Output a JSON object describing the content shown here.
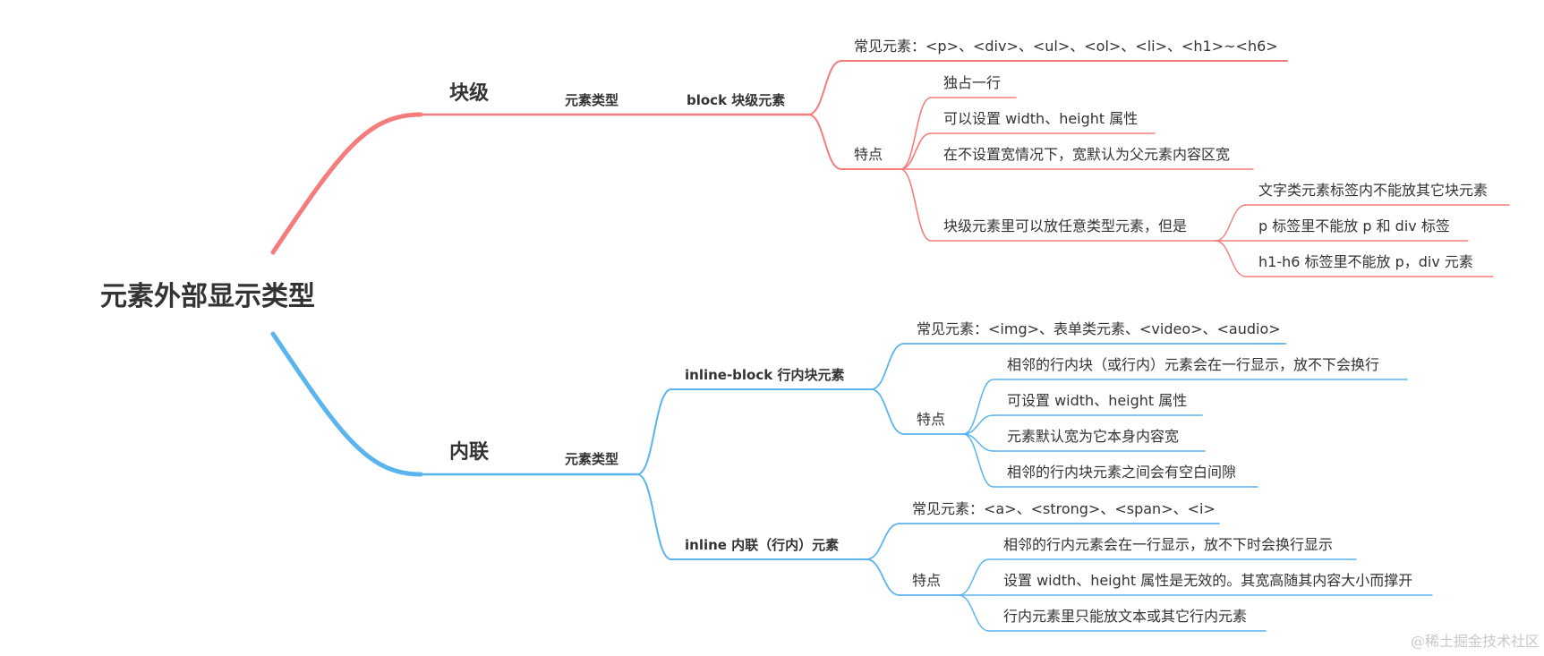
{
  "colors": {
    "block": "#f57c7c",
    "inline": "#5ab4ee",
    "text": "#333333",
    "watermark": "#c8c8c8"
  },
  "root": "元素外部显示类型",
  "block": {
    "label": "块级",
    "category": "元素类型",
    "type": "block 块级元素",
    "common": "常见元素：<p>、<div>、<ul>、<ol>、<li>、<h1>~<h6>",
    "features_label": "特点",
    "features": [
      "独占一行",
      "可以设置 width、height 属性",
      "在不设置宽情况下，宽默认为父元素内容区宽",
      "块级元素里可以放任意类型元素，但是"
    ],
    "sub_features": [
      "文字类元素标签内不能放其它块元素",
      "p 标签里不能放 p 和 div 标签",
      "h1-h6 标签里不能放 p，div 元素"
    ]
  },
  "inline": {
    "label": "内联",
    "category": "元素类型",
    "inline_block": {
      "type": "inline-block 行内块元素",
      "common": "常见元素：<img>、表单类元素、<video>、<audio>",
      "features_label": "特点",
      "features": [
        "相邻的行内块（或行内）元素会在一行显示，放不下会换行",
        "可设置 width、height 属性",
        "元素默认宽为它本身内容宽",
        "相邻的行内块元素之间会有空白间隙"
      ]
    },
    "inline": {
      "type": "inline 内联（行内）元素",
      "common": "常见元素：<a>、<strong>、<span>、<i>",
      "features_label": "特点",
      "features": [
        "相邻的行内元素会在一行显示，放不下时会换行显示",
        "设置 width、height 属性是无效的。其宽高随其内容大小而撑开",
        "行内元素里只能放文本或其它行内元素"
      ]
    }
  },
  "watermark": "@稀土掘金技术社区"
}
